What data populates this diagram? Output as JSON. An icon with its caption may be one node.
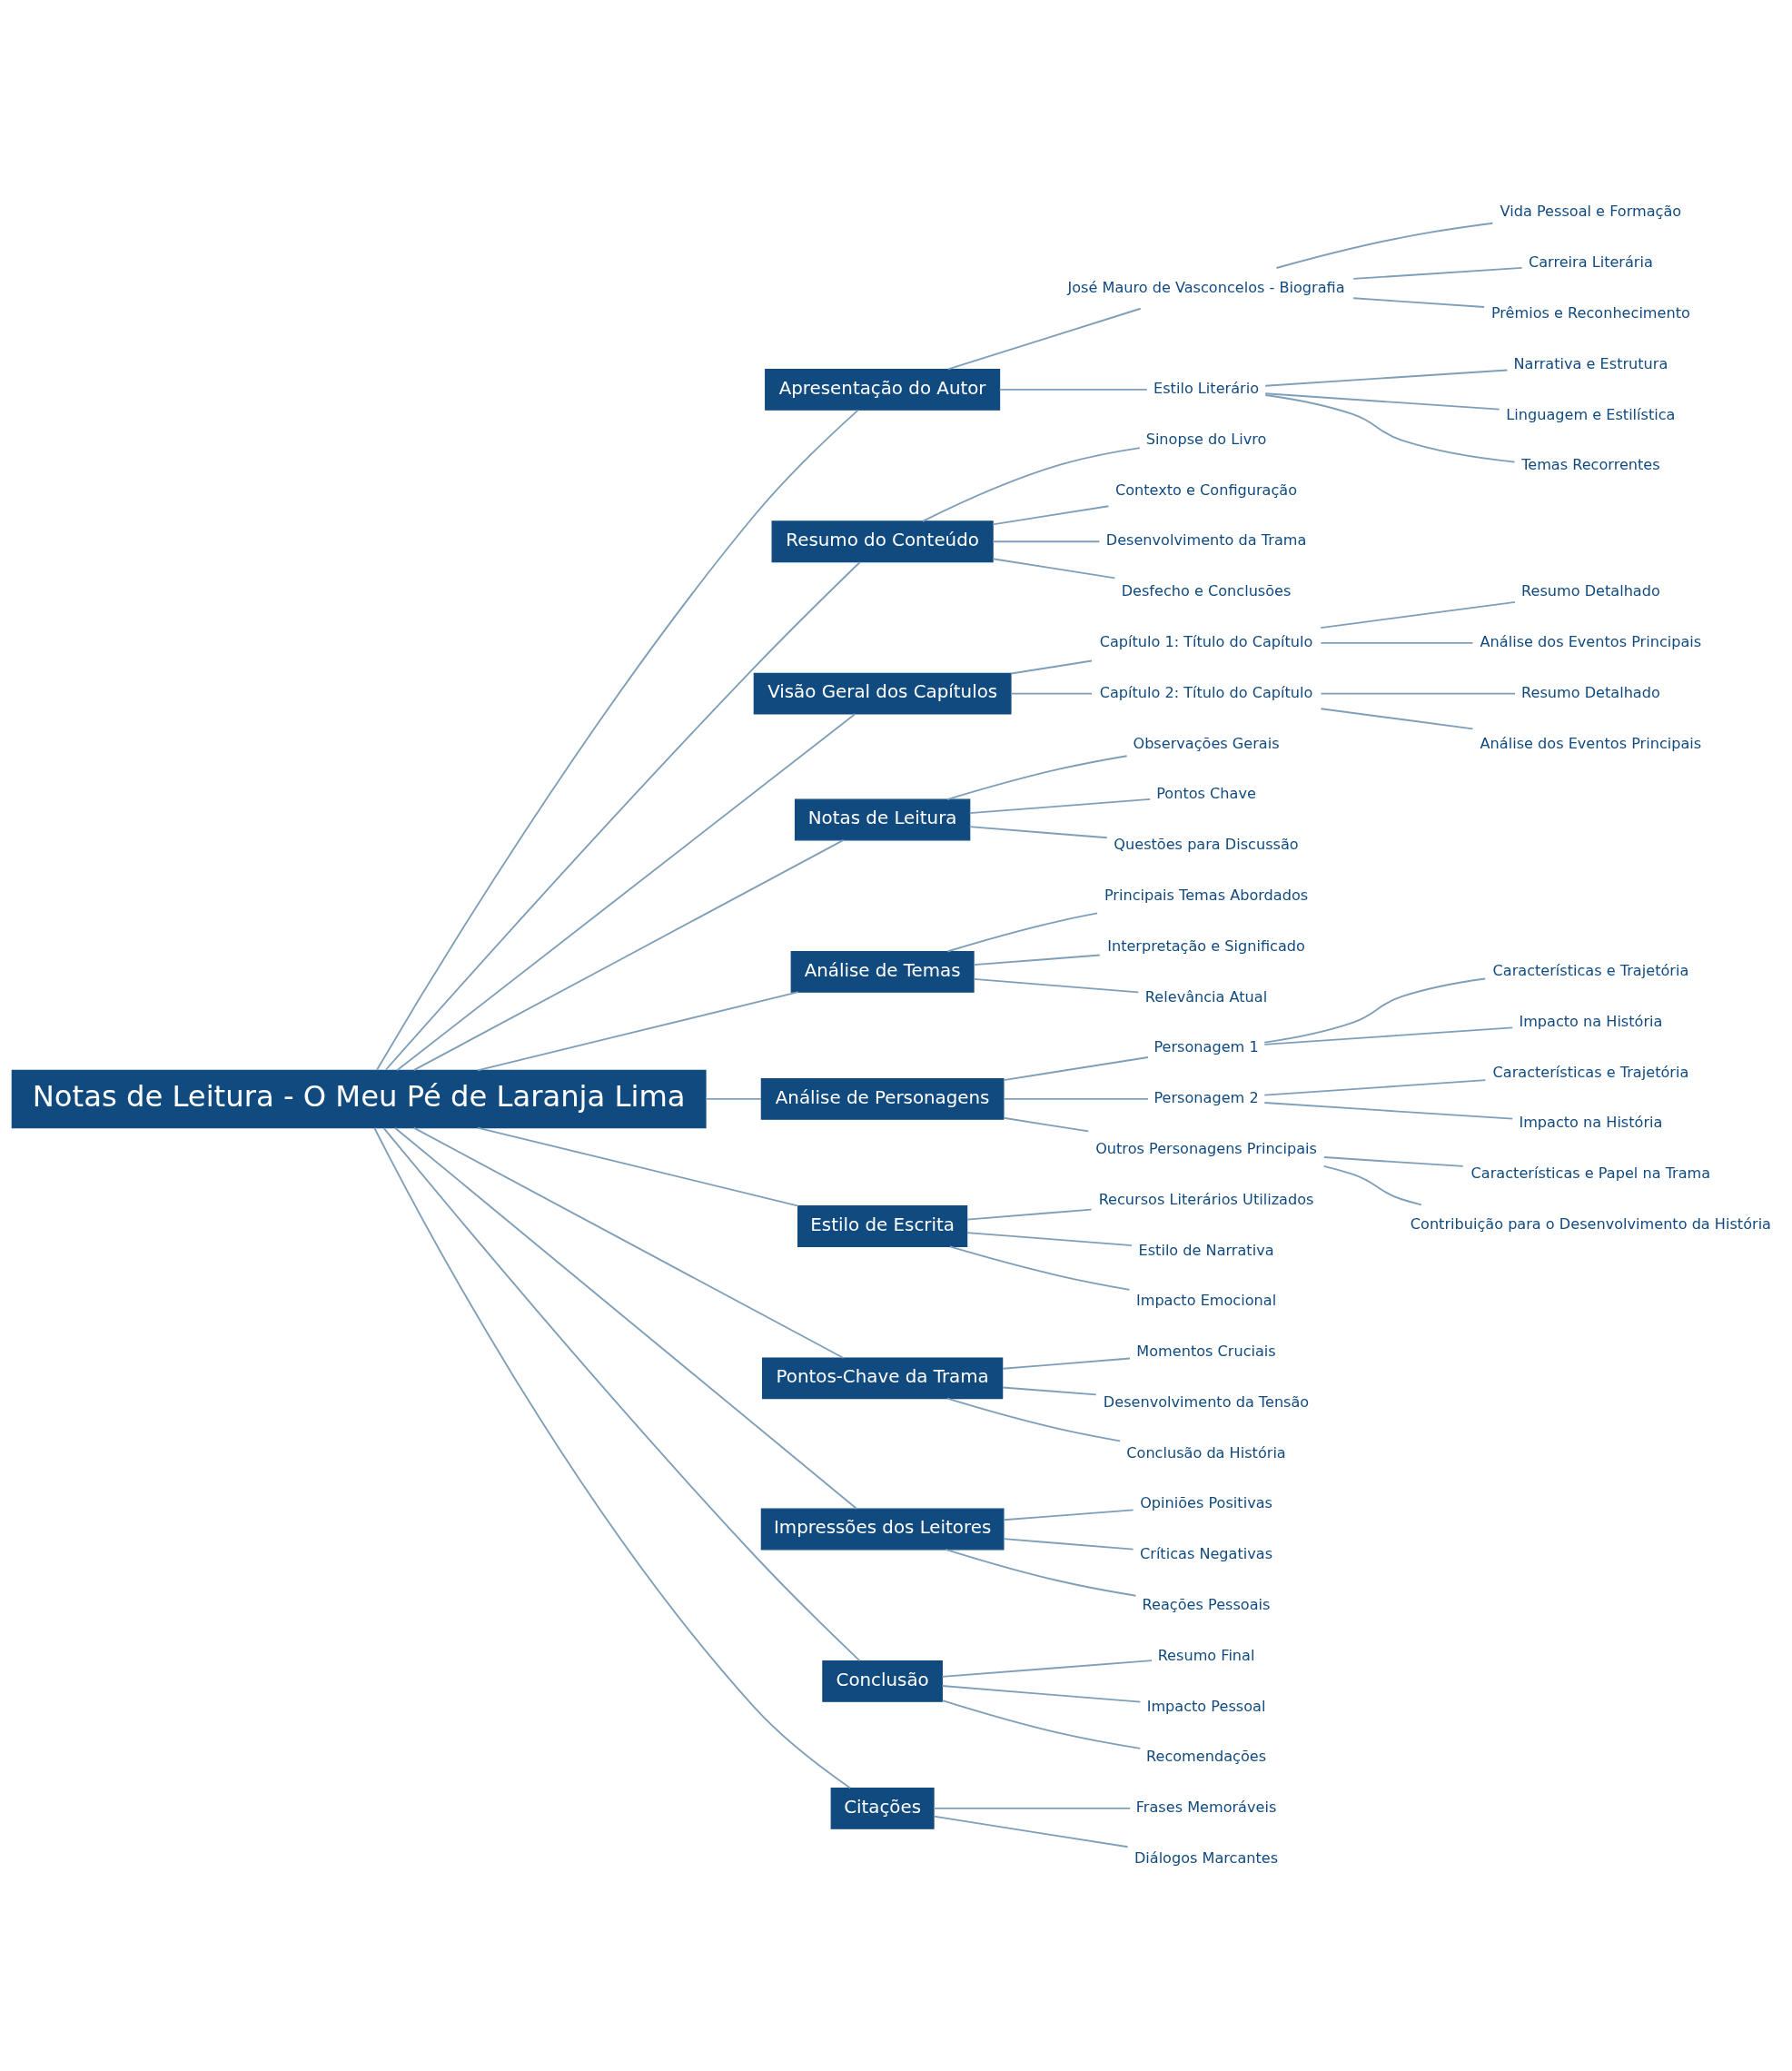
{
  "diagram": {
    "nodes": [
      {
        "text": [
          "Notas de Leitura - O Meu Pé de Laranja Lima"
        ]
      },
      {
        "text": [
          "Apresentação do Autor"
        ]
      },
      {
        "text": [
          "José Mauro de Vasconcelos - Biografia"
        ]
      },
      {
        "text": [
          "Vida Pessoal e Formação"
        ]
      },
      {
        "text": [
          "Carreira Literária"
        ]
      },
      {
        "text": [
          "Prêmios e Reconhecimento"
        ]
      },
      {
        "text": [
          "Estilo Literário"
        ]
      },
      {
        "text": [
          "Narrativa e Estrutura"
        ]
      },
      {
        "text": [
          "Linguagem e Estilística"
        ]
      },
      {
        "text": [
          "Temas Recorrentes"
        ]
      },
      {
        "text": [
          "Resumo do Conteúdo"
        ]
      },
      {
        "text": [
          "Sinopse do Livro"
        ]
      },
      {
        "text": [
          "Contexto e Configuração"
        ]
      },
      {
        "text": [
          "Desenvolvimento da Trama"
        ]
      },
      {
        "text": [
          "Desfecho e Conclusões"
        ]
      },
      {
        "text": [
          "Visão Geral dos Capítulos"
        ]
      },
      {
        "text": [
          "Capítulo 1: Título do Capítulo"
        ]
      },
      {
        "text": [
          "Resumo Detalhado"
        ]
      },
      {
        "text": [
          "Análise dos Eventos Principais"
        ]
      },
      {
        "text": [
          "Capítulo 2: Título do Capítulo"
        ]
      },
      {
        "text": [
          "Resumo Detalhado"
        ]
      },
      {
        "text": [
          "Análise dos Eventos Principais"
        ]
      },
      {
        "text": [
          "Notas de Leitura"
        ]
      },
      {
        "text": [
          "Observações Gerais"
        ]
      },
      {
        "text": [
          "Pontos Chave"
        ]
      },
      {
        "text": [
          "Questões para Discussão"
        ]
      },
      {
        "text": [
          "Análise de Temas"
        ]
      },
      {
        "text": [
          "Principais Temas Abordados"
        ]
      },
      {
        "text": [
          "Interpretação e Significado"
        ]
      },
      {
        "text": [
          "Relevância Atual"
        ]
      },
      {
        "text": [
          "Análise de Personagens"
        ]
      },
      {
        "text": [
          "Personagem 1"
        ]
      },
      {
        "text": [
          "Características e Trajetória"
        ]
      },
      {
        "text": [
          "Impacto na História"
        ]
      },
      {
        "text": [
          "Personagem 2"
        ]
      },
      {
        "text": [
          "Características e Trajetória"
        ]
      },
      {
        "text": [
          "Impacto na História"
        ]
      },
      {
        "text": [
          "Outros Personagens Principais"
        ]
      },
      {
        "text": [
          "Características e Papel na Trama"
        ]
      },
      {
        "text": [
          "Contribuição para o Desenvolvimento da História"
        ]
      },
      {
        "text": [
          "Estilo de Escrita"
        ]
      },
      {
        "text": [
          "Recursos Literários Utilizados"
        ]
      },
      {
        "text": [
          "Estilo de Narrativa"
        ]
      },
      {
        "text": [
          "Impacto Emocional"
        ]
      },
      {
        "text": [
          "Pontos-Chave da Trama"
        ]
      },
      {
        "text": [
          "Momentos Cruciais"
        ]
      },
      {
        "text": [
          "Desenvolvimento da Tensão"
        ]
      },
      {
        "text": [
          "Conclusão da História"
        ]
      },
      {
        "text": [
          "Impressões dos Leitores"
        ]
      },
      {
        "text": [
          "Opiniões Positivas"
        ]
      },
      {
        "text": [
          "Críticas Negativas"
        ]
      },
      {
        "text": [
          "Reações Pessoais"
        ]
      },
      {
        "text": [
          "Conclusão"
        ]
      },
      {
        "text": [
          "Resumo Final"
        ]
      },
      {
        "text": [
          "Impacto Pessoal"
        ]
      },
      {
        "text": [
          "Recomendações"
        ]
      },
      {
        "text": [
          "Citações"
        ]
      },
      {
        "text": [
          "Frases Memoráveis"
        ]
      },
      {
        "text": [
          "Diálogos Marcantes"
        ]
      }
    ],
    "edges": [
      {
        "from": 0,
        "to": 1,
        "arrow": "none"
      },
      {
        "from": 1,
        "to": 2,
        "arrow": "none"
      },
      {
        "from": 2,
        "to": 3,
        "arrow": "none"
      },
      {
        "from": 2,
        "to": 4,
        "arrow": "none"
      },
      {
        "from": 2,
        "to": 5,
        "arrow": "none"
      },
      {
        "from": 1,
        "to": 6,
        "arrow": "none"
      },
      {
        "from": 6,
        "to": 7,
        "arrow": "none"
      },
      {
        "from": 6,
        "to": 8,
        "arrow": "none"
      },
      {
        "from": 6,
        "to": 9,
        "arrow": "none"
      },
      {
        "from": 0,
        "to": 10,
        "arrow": "none"
      },
      {
        "from": 10,
        "to": 11,
        "arrow": "none"
      },
      {
        "from": 10,
        "to": 12,
        "arrow": "none"
      },
      {
        "from": 10,
        "to": 13,
        "arrow": "none"
      },
      {
        "from": 10,
        "to": 14,
        "arrow": "none"
      },
      {
        "from": 0,
        "to": 15,
        "arrow": "none"
      },
      {
        "from": 15,
        "to": 16,
        "arrow": "none"
      },
      {
        "from": 16,
        "to": 17,
        "arrow": "none"
      },
      {
        "from": 16,
        "to": 18,
        "arrow": "none"
      },
      {
        "from": 15,
        "to": 19,
        "arrow": "none"
      },
      {
        "from": 19,
        "to": 20,
        "arrow": "none"
      },
      {
        "from": 19,
        "to": 21,
        "arrow": "none"
      },
      {
        "from": 0,
        "to": 22,
        "arrow": "none"
      },
      {
        "from": 22,
        "to": 23,
        "arrow": "none"
      },
      {
        "from": 22,
        "to": 24,
        "arrow": "none"
      },
      {
        "from": 22,
        "to": 25,
        "arrow": "none"
      },
      {
        "from": 0,
        "to": 26,
        "arrow": "none"
      },
      {
        "from": 26,
        "to": 27,
        "arrow": "none"
      },
      {
        "from": 26,
        "to": 28,
        "arrow": "none"
      },
      {
        "from": 26,
        "to": 29,
        "arrow": "none"
      },
      {
        "from": 0,
        "to": 30,
        "arrow": "none"
      },
      {
        "from": 30,
        "to": 31,
        "arrow": "none"
      },
      {
        "from": 31,
        "to": 32,
        "arrow": "none"
      },
      {
        "from": 31,
        "to": 33,
        "arrow": "none"
      },
      {
        "from": 30,
        "to": 34,
        "arrow": "none"
      },
      {
        "from": 34,
        "to": 35,
        "arrow": "none"
      },
      {
        "from": 34,
        "to": 36,
        "arrow": "none"
      },
      {
        "from": 30,
        "to": 37,
        "arrow": "none"
      },
      {
        "from": 37,
        "to": 38,
        "arrow": "none"
      },
      {
        "from": 37,
        "to": 39,
        "arrow": "none"
      },
      {
        "from": 0,
        "to": 40,
        "arrow": "none"
      },
      {
        "from": 40,
        "to": 41,
        "arrow": "none"
      },
      {
        "from": 40,
        "to": 42,
        "arrow": "none"
      },
      {
        "from": 40,
        "to": 43,
        "arrow": "none"
      },
      {
        "from": 0,
        "to": 44,
        "arrow": "none"
      },
      {
        "from": 44,
        "to": 45,
        "arrow": "none"
      },
      {
        "from": 44,
        "to": 46,
        "arrow": "none"
      },
      {
        "from": 44,
        "to": 47,
        "arrow": "none"
      },
      {
        "from": 0,
        "to": 48,
        "arrow": "none"
      },
      {
        "from": 48,
        "to": 49,
        "arrow": "none"
      },
      {
        "from": 48,
        "to": 50,
        "arrow": "none"
      },
      {
        "from": 48,
        "to": 51,
        "arrow": "none"
      },
      {
        "from": 0,
        "to": 52,
        "arrow": "none"
      },
      {
        "from": 52,
        "to": 53,
        "arrow": "none"
      },
      {
        "from": 52,
        "to": 54,
        "arrow": "none"
      },
      {
        "from": 52,
        "to": 55,
        "arrow": "none"
      },
      {
        "from": 0,
        "to": 56,
        "arrow": "none"
      },
      {
        "from": 56,
        "to": 57,
        "arrow": "none"
      },
      {
        "from": 56,
        "to": 58,
        "arrow": "none"
      }
    ]
  }
}
